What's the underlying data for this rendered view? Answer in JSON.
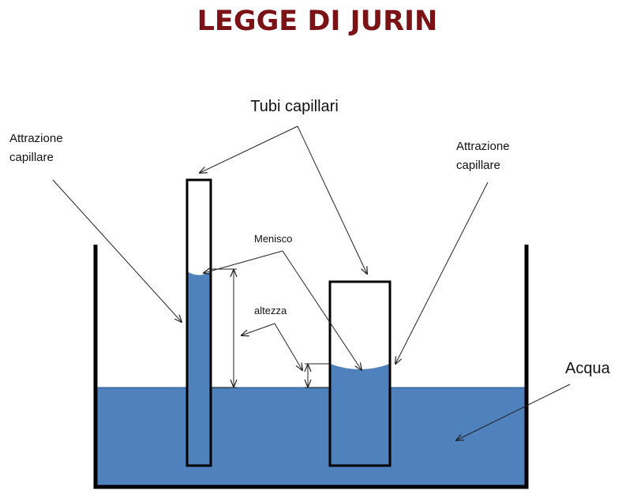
{
  "title": "LEGGE DI JURIN",
  "labels": {
    "tubes": "Tubi capillari",
    "attraction_left_line1": "Attrazione",
    "attraction_left_line2": "capillare",
    "attraction_right_line1": "Attrazione",
    "attraction_right_line2": "capillare",
    "meniscus": "Menisco",
    "height": "altezza",
    "water": "Acqua"
  },
  "colors": {
    "title": "#7a1216",
    "water": "#4f81bd",
    "water_surface": "#3c6ea5",
    "container": "#000000",
    "tube": "#000000"
  }
}
